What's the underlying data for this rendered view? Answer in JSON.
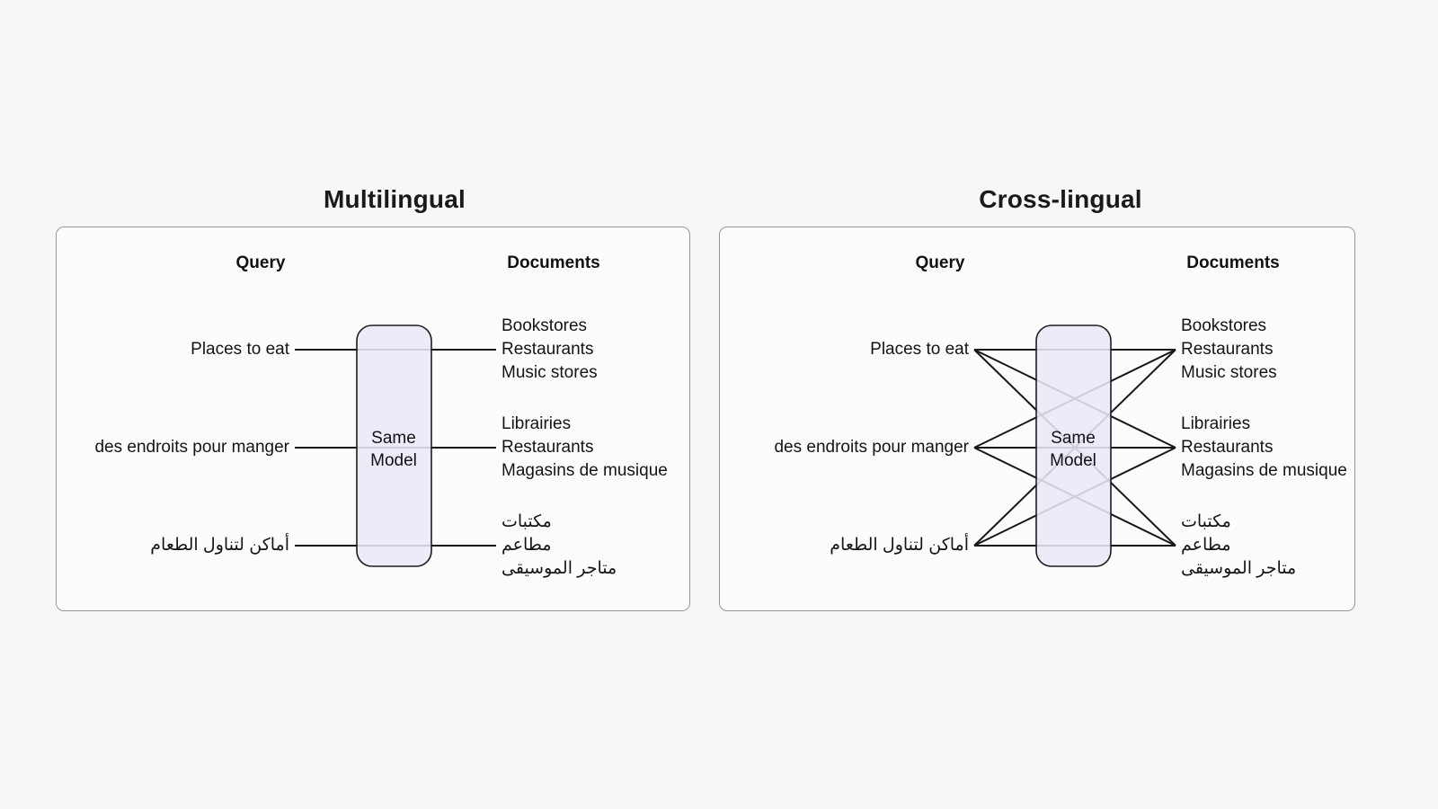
{
  "colors": {
    "page_background": "#f7f7f8",
    "panel_background": "#fcfcfd",
    "panel_border": "#97969b",
    "line": "#161616",
    "box_fill": "#e9e9f8",
    "box_border": "#1c1c1c",
    "text": "#141414"
  },
  "figures": [
    {
      "id": "multilingual",
      "title": "Multilingual",
      "query_header": "Query",
      "documents_header": "Documents",
      "model_label_line1": "Same",
      "model_label_line2": "Model",
      "queries": [
        "Places to eat",
        "des endroits pour manger",
        "أماكن لتناول الطعام"
      ],
      "document_groups": [
        [
          "Bookstores",
          "Restaurants",
          "Music stores"
        ],
        [
          "Librairies",
          "Restaurants",
          "Magasins de musique"
        ],
        [
          "مكتبات",
          "مطاعم",
          "متاجر الموسيقى"
        ]
      ],
      "connections": [
        [
          0,
          0
        ],
        [
          1,
          1
        ],
        [
          2,
          2
        ]
      ]
    },
    {
      "id": "cross-lingual",
      "title": "Cross-lingual",
      "query_header": "Query",
      "documents_header": "Documents",
      "model_label_line1": "Same",
      "model_label_line2": "Model",
      "queries": [
        "Places to eat",
        "des endroits pour manger",
        "أماكن لتناول الطعام"
      ],
      "document_groups": [
        [
          "Bookstores",
          "Restaurants",
          "Music stores"
        ],
        [
          "Librairies",
          "Restaurants",
          "Magasins de musique"
        ],
        [
          "مكتبات",
          "مطاعم",
          "متاجر الموسيقى"
        ]
      ],
      "connections": [
        [
          0,
          0
        ],
        [
          0,
          1
        ],
        [
          0,
          2
        ],
        [
          1,
          0
        ],
        [
          1,
          1
        ],
        [
          1,
          2
        ],
        [
          2,
          0
        ],
        [
          2,
          1
        ],
        [
          2,
          2
        ]
      ]
    }
  ]
}
